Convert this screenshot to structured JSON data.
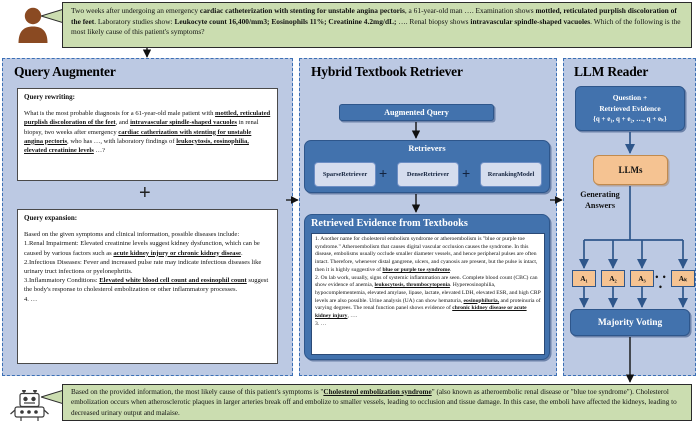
{
  "question_bubble": {
    "icon": "person-icon",
    "segments": [
      {
        "t": "Two weeks after undergoing an emergency ",
        "b": false
      },
      {
        "t": "cardiac catheterization with stenting for unstable angina pectoris",
        "b": true
      },
      {
        "t": ", a 61-year-old man …. Examination shows ",
        "b": false
      },
      {
        "t": "mottled, reticulated purplish discoloration of the feet",
        "b": true
      },
      {
        "t": ". Laboratory studies show: ",
        "b": false
      },
      {
        "t": "Leukocyte count 16,400/mm3; Eosinophils 11%; Creatinine 4.2mg/dL;",
        "b": true
      },
      {
        "t": " …. Renal biopsy shows ",
        "b": false
      },
      {
        "t": "intravascular spindle-shaped vacuoles",
        "b": true
      },
      {
        "t": ". Which of the following is the most likely cause of this patient's symptoms?",
        "b": false
      }
    ]
  },
  "panels": {
    "augmenter": {
      "title": "Query Augmenter",
      "plus": "+",
      "rewrite": {
        "heading": "Query rewriting:",
        "segments": [
          {
            "t": "What is the most probable diagnosis for a 61-year-old male patient with ",
            "s": "n"
          },
          {
            "t": "mottled, reticulated purplish discoloration of the feet",
            "s": "ub"
          },
          {
            "t": ", and ",
            "s": "n"
          },
          {
            "t": "intravascular spindle-shaped vacuoles",
            "s": "ub"
          },
          {
            "t": " in renal biopsy, two weeks after emergency ",
            "s": "n"
          },
          {
            "t": "cardiac catherization with stenting for unstable angina pectoris",
            "s": "ub"
          },
          {
            "t": ", who has …, with laboratory findings of ",
            "s": "n"
          },
          {
            "t": "leukocytosis, eosinophilia, elevated creatinine levels",
            "s": "ub"
          },
          {
            "t": " …?",
            "s": "n"
          }
        ]
      },
      "expansion": {
        "heading": "Query expansion:",
        "segments": [
          {
            "t": "Based on the given symptoms and clinical information, possible diseases include:",
            "s": "n"
          },
          {
            "t": "\n1.Renal Impairment: Elevated creatinine levels suggest kidney dysfunction, which can be caused by various factors such as ",
            "s": "n"
          },
          {
            "t": "acute kidney injury or chronic kidney disease",
            "s": "ub"
          },
          {
            "t": ".\n2.Infectious Diseases: Fever and increased pulse rate may indicate infectious diseases like urinary truct infections or pyelonephritis.\n3.Inflammatory Conditions: ",
            "s": "n"
          },
          {
            "t": "Elevated white blood cell count and eosinophil count",
            "s": "ub"
          },
          {
            "t": " suggest the body's response to cholesterol embolization or other inflammatory processes.\n4. …",
            "s": "n"
          }
        ]
      }
    },
    "retriever": {
      "title": "Hybrid Textbook Retriever",
      "augmented_query": "Augmented Query",
      "retrievers_label": "Retrievers",
      "sub_retrievers": [
        {
          "name": "sparse-retriever",
          "label": "Sparse\nRetriever"
        },
        {
          "name": "dense-retriever",
          "label": "Dense\nRetriever"
        },
        {
          "name": "reranking-model",
          "label": "Reranking\nModel"
        }
      ],
      "plus": "+",
      "evidence": {
        "title": "Retrieved Evidence from Textbooks",
        "segments": [
          {
            "t": "1. Another name for cholesterol embolism syndrome or atheroembolism is \"blue or purple toe syndrome.\"  Atheroembolism that causes digital vascular occlusion causes the syndrome. In this disease, embolisms usually occlude smaller diameter vessels, and hence peripheral pulses are often intact. Therefore, whenever distal gangrene, ulcers, and cyanosis are present, but the pulse is intact, then it is highly suggestive of ",
            "s": "n"
          },
          {
            "t": "blue or purple toe syndrome",
            "s": "ub"
          },
          {
            "t": ".\n2. On lab work, usually, signs of systemic inflammation are seen. Complete blood count (CBC) can show evidence of anemia, ",
            "s": "n"
          },
          {
            "t": "leukocytosis, thrombocytopenia",
            "s": "ub"
          },
          {
            "t": ". Hypereosinophilia, hypocomplementemia, elevated amylase, lipase, lactate, elevated LDH, elevated ESR, and high CRP levels are also possible. Urine analysis (UA) can show hematuria, ",
            "s": "n"
          },
          {
            "t": "eosinophiluria,",
            "s": "ub"
          },
          {
            "t": " and proteinuria of varying degrees. The renal function panel shows evidence of ",
            "s": "n"
          },
          {
            "t": "chronic kidney disease or acute kidney injury",
            "s": "ub"
          },
          {
            "t": ", ….\n3. …",
            "s": "n"
          }
        ]
      }
    },
    "reader": {
      "title": "LLM Reader",
      "question_evidence": {
        "line1": "Question +",
        "line2": "Retrieved Evidence",
        "line3": "{q + e₁, q + e₂, …, q + eₖ}"
      },
      "llms": "LLMs",
      "generating_answers": "Generating\nAnswers",
      "answers": [
        "A₁",
        "A₂",
        "A₃",
        "Aₖ"
      ],
      "answers_dots": "• • •",
      "majority_voting": "Majority Voting"
    }
  },
  "answer_bubble": {
    "icon": "robot-icon",
    "segments": [
      {
        "t": "Based on the provided information, the most likely cause of this patient's symptoms is \"",
        "s": "n"
      },
      {
        "t": "Cholesterol embolization syndrome",
        "s": "ub"
      },
      {
        "t": "\" (also known as atheroembolic renal disease or \"blue toe syndrome\"). Cholesterol embolization occurs when atherosclerotic plaques in larger arteries break off and embolize to smaller vessels, leading to occlusion and tissue damage. In this case, the emboli have affected the kidneys, leading to decreased urinary output and malaise.",
        "s": "n"
      }
    ]
  },
  "colors": {
    "bubble_green": "#cbddb0",
    "panel_blue": "#bcc9e3",
    "box_blue": "#4272ad",
    "box_orange": "#f5c392",
    "dashed_border": "#3b6fb5",
    "person_brown": "#8a4a22",
    "arrow_dark": "#111111",
    "arrow_blue": "#2e568b"
  }
}
